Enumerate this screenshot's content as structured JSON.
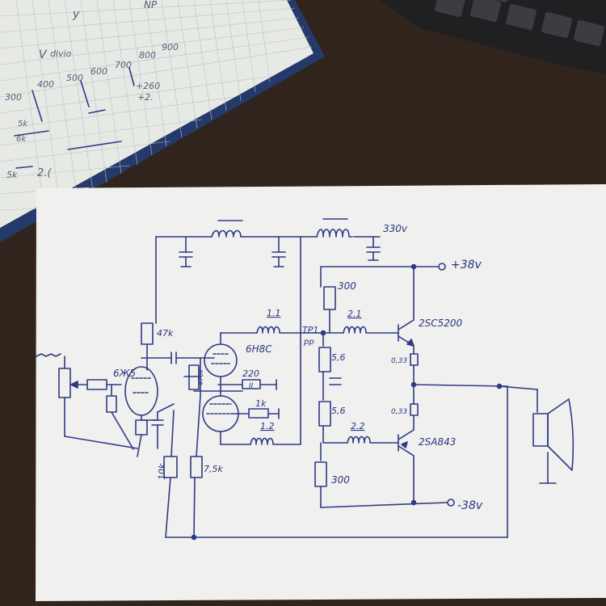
{
  "notebook": {
    "fragments": [
      "y",
      "NP",
      "V",
      "divio",
      "300",
      "400",
      "500",
      "600",
      "700",
      "800",
      "900",
      "+260",
      "+2.",
      "5k",
      "6k",
      "5k",
      "2.("
    ]
  },
  "schematic": {
    "supply": {
      "plus_b": "330v",
      "pos_rail": "+38v",
      "neg_rail": "-38v",
      "neg_rail_marker": "_"
    },
    "tubes": {
      "input": "6Ж5",
      "driver": "6Н8С"
    },
    "resistors": {
      "plate_load": "47k",
      "cathode_a": "470k",
      "cathode_b": "220",
      "cathode_b_mark": "II",
      "feedback": "1k",
      "bias_a": "10k",
      "bias_b": "7,5k",
      "r300_top": "300",
      "r300_bottom": "300",
      "emitter_top": "0,33",
      "emitter_bottom": "0,33",
      "r56_top": "5,6",
      "r56_bottom": "5,6"
    },
    "transformers": {
      "t11": "1.1",
      "t12": "1.2",
      "t21": "2.1",
      "t22": "2.2"
    },
    "test_point": {
      "label": "TP1",
      "sub": "pp"
    },
    "transistors": {
      "npn": "2SC5200",
      "pnp": "2SA843"
    }
  }
}
